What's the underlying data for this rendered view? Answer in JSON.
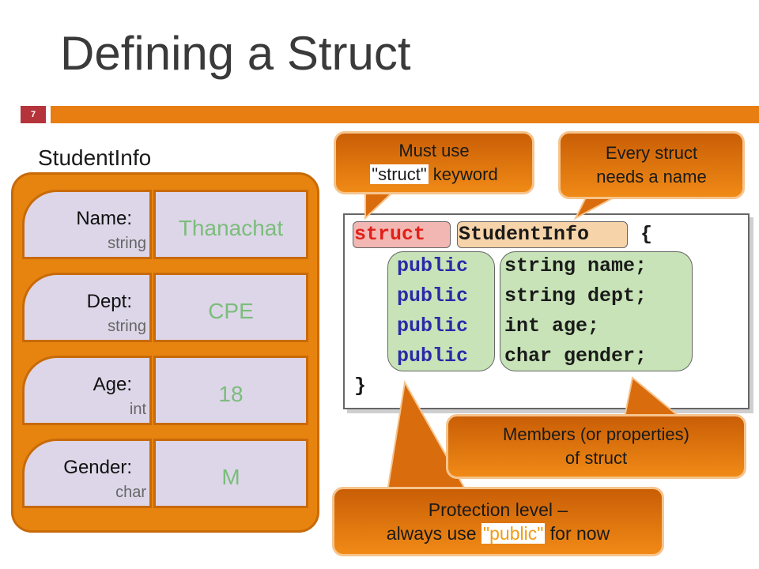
{
  "slide": {
    "title": "Defining a Struct",
    "number": "7"
  },
  "struct_diagram": {
    "name": "StudentInfo",
    "fields": [
      {
        "label": "Name:",
        "type": "string",
        "value": "Thanachat"
      },
      {
        "label": "Dept:",
        "type": "string",
        "value": "CPE"
      },
      {
        "label": "Age:",
        "type": "int",
        "value": "18"
      },
      {
        "label": "Gender:",
        "type": "char",
        "value": "M"
      }
    ]
  },
  "code": {
    "keyword": "struct",
    "struct_name": "StudentInfo",
    "open_brace": "{",
    "close_brace": "}",
    "access": [
      "public",
      "public",
      "public",
      "public"
    ],
    "members": [
      "string name;",
      "string dept;",
      "int age;",
      "char gender;"
    ]
  },
  "callouts": {
    "keyword": {
      "line1": "Must use",
      "quoted": "\"struct\"",
      "after": " keyword"
    },
    "name": {
      "line1": "Every struct",
      "line2": "needs a name"
    },
    "members": {
      "line1": "Members (or properties)",
      "line2": "of struct"
    },
    "protection": {
      "line1": "Protection level –",
      "before": "always use ",
      "quoted": "\"public\"",
      "after": " for now"
    }
  },
  "colors": {
    "accent_orange": "#e87e12",
    "slide_number_red": "#b5343b",
    "field_background": "#ddd6e8",
    "field_value_green": "#7bbd7b",
    "keyword_highlight": "#f2b7b3",
    "name_highlight": "#f6d3a8",
    "member_highlight": "#c7e3b7"
  }
}
